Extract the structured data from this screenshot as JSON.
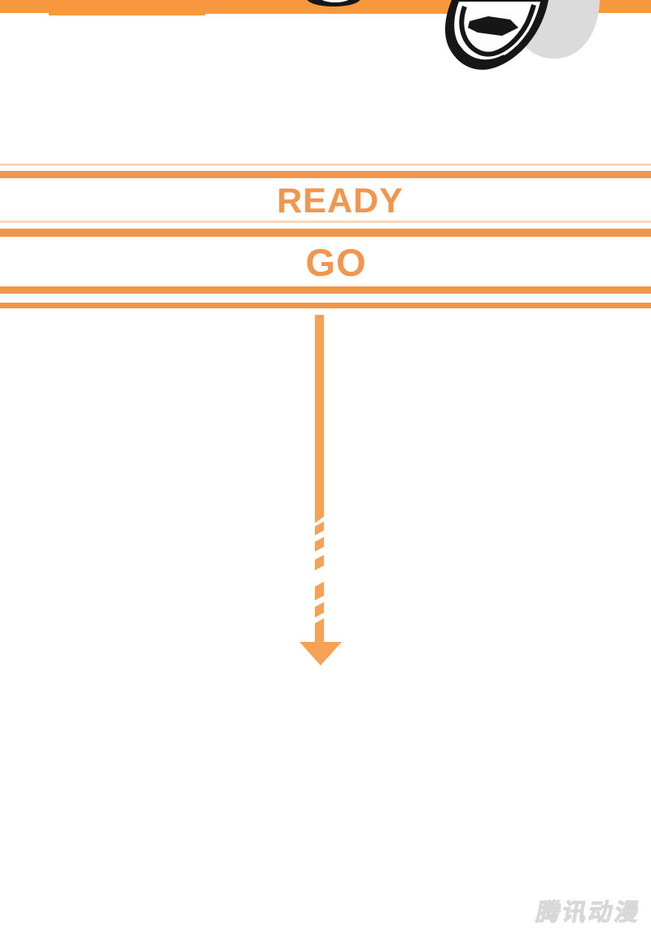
{
  "page": {
    "background": "#ffffff",
    "accent_orange": "#F8983E",
    "line_orange": "#F2964B",
    "light_line_orange": "rgba(246,153,62,0.40)",
    "text_orange": "#F0964E",
    "arrow_orange": "#F6A156",
    "leg_shadow_gray": "#DBDBDB",
    "ink_black": "#161616"
  },
  "panel": {
    "ready_label": "READY",
    "go_label": "GO"
  },
  "illustration": {
    "shoe_icon": "sneaker-sole-illustration",
    "toe_icon": "shoe-tip-illustration",
    "arrow_icon": "long-down-arrow"
  },
  "watermark": {
    "text": "腾讯动漫"
  }
}
